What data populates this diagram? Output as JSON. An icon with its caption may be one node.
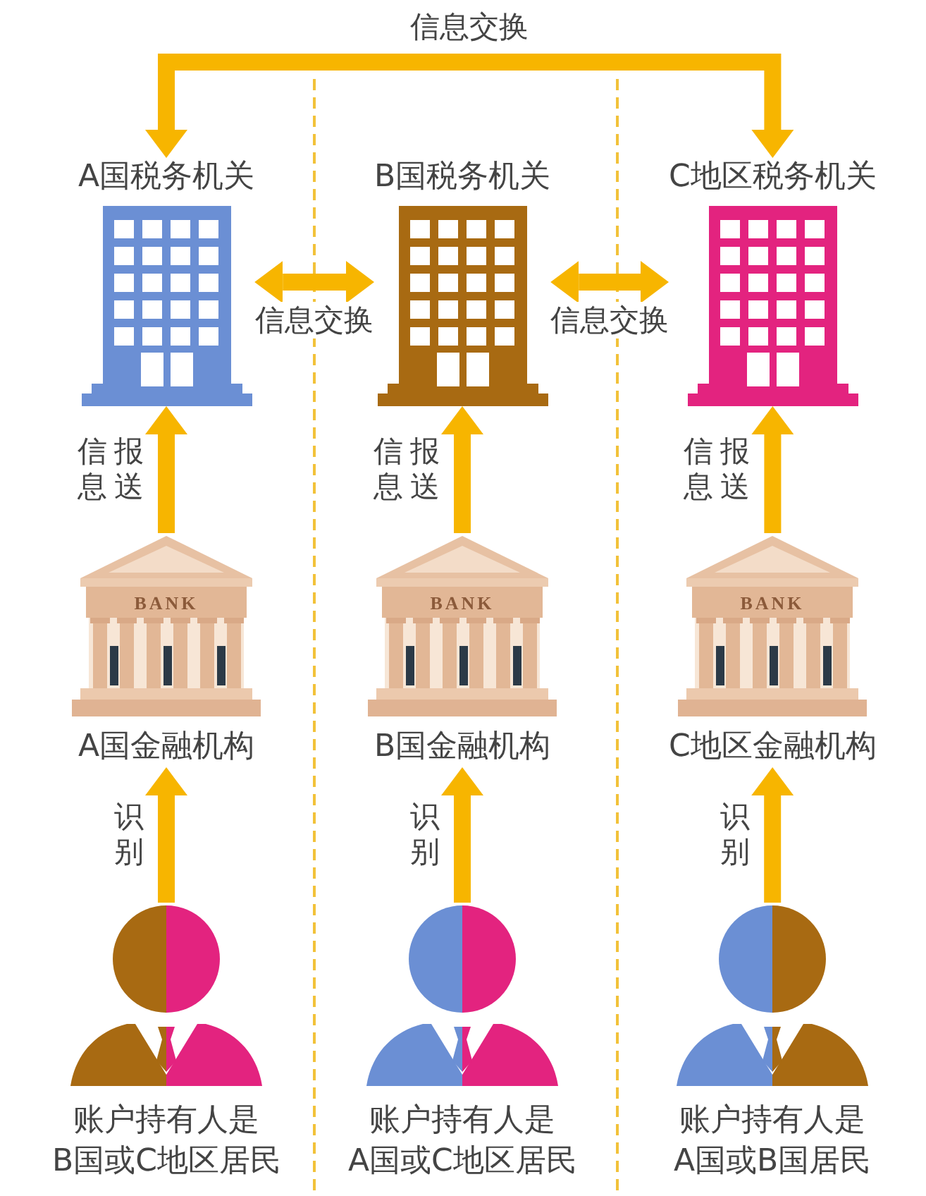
{
  "diagram": {
    "nodes": [
      {
        "text": [
          "A国税务机关"
        ]
      },
      {
        "text": [
          "B国税务机关"
        ]
      },
      {
        "text": [
          "C地区税务机关"
        ]
      },
      {
        "text": [
          "BANK",
          "A国金融机构"
        ]
      },
      {
        "text": [
          "BANK",
          "B国金融机构"
        ]
      },
      {
        "text": [
          "BANK",
          "C地区金融机构"
        ]
      },
      {
        "text": [
          "账户持有人是B国或C地区居民"
        ]
      },
      {
        "text": [
          "账户持有人是A国或C地区居民"
        ]
      },
      {
        "text": [
          "账户持有人是A国或B国居民"
        ]
      }
    ],
    "edges": [
      {
        "from": 0,
        "to": 2,
        "arrow": "both",
        "label": "信息交换"
      },
      {
        "from": 0,
        "to": 1,
        "arrow": "both",
        "label": "信息交换"
      },
      {
        "from": 1,
        "to": 2,
        "arrow": "both",
        "label": "信息交换"
      },
      {
        "from": 3,
        "to": 0,
        "arrow": "to",
        "label": "报送信息"
      },
      {
        "from": 4,
        "to": 1,
        "arrow": "to",
        "label": "报送信息"
      },
      {
        "from": 5,
        "to": 2,
        "arrow": "to",
        "label": "报送信息"
      },
      {
        "from": 6,
        "to": 3,
        "arrow": "to",
        "label": "识别"
      },
      {
        "from": 7,
        "to": 4,
        "arrow": "to",
        "label": "识别"
      },
      {
        "from": 8,
        "to": 5,
        "arrow": "to",
        "label": "识别"
      }
    ]
  }
}
